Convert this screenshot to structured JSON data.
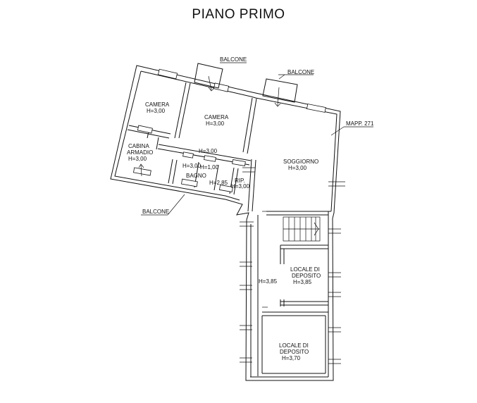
{
  "title": "PIANO PRIMO",
  "labels": {
    "balcone_top_left": "BALCONE",
    "balcone_top_right": "BALCONE",
    "balcone_bottom": "BALCONE",
    "mapp": "MAPP. 271",
    "camera1_name": "CAMERA",
    "camera1_h": "H=3,00",
    "camera2_name": "CAMERA",
    "camera2_h": "H=3,00",
    "cabina_name1": "CABINA",
    "cabina_name2": "ARMADIO",
    "cabina_h": "H=3,00",
    "corridor_h": "H=3,00",
    "bagno_h1": "H=3,00",
    "bagno_h2": "H=1,00",
    "bagno_name": "BAGNO",
    "bagno_h3": "H=2,85",
    "rip_name": "RIP.",
    "rip_h": "H=3,00",
    "soggiorno_name": "SOGGIORNO",
    "soggiorno_h": "H=3,00",
    "corr2_h": "H=3,85",
    "deposito1_name1": "LOCALE DI",
    "deposito1_name2": "DEPOSITO",
    "deposito1_h": "H=3,85",
    "deposito2_name1": "LOCALE DI",
    "deposito2_name2": "DEPOSITO",
    "deposito2_h": "H=3,70"
  }
}
